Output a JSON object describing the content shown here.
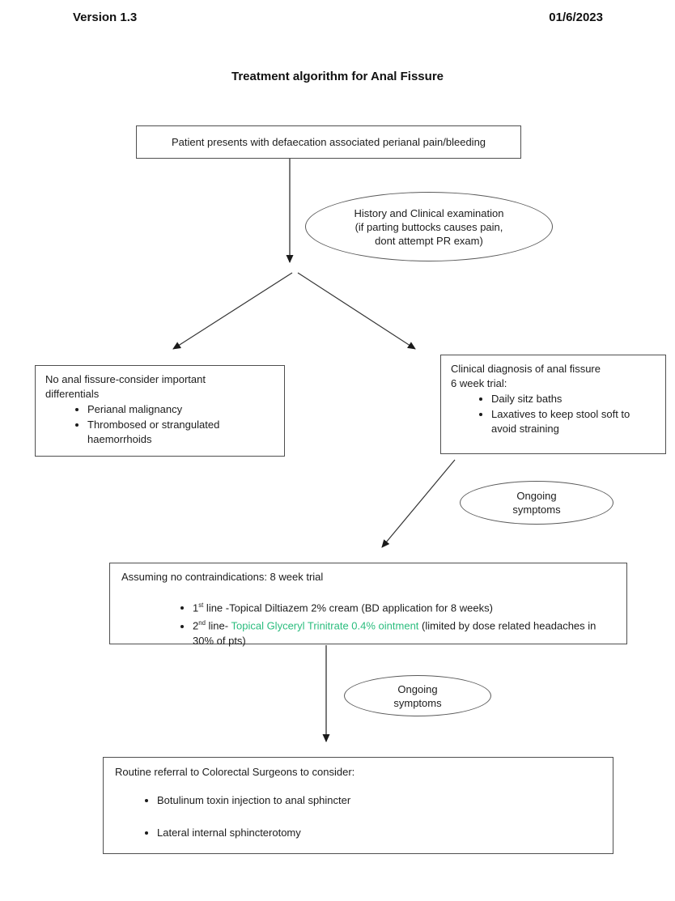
{
  "page": {
    "version": "Version 1.3",
    "date": "01/6/2023",
    "title": "Treatment algorithm for Anal Fissure"
  },
  "colors": {
    "highlight_green": "#2bbd7e",
    "line": "#333333"
  },
  "nodes": {
    "presentation": {
      "text": "Patient presents with defaecation associated perianal pain/bleeding"
    },
    "history_exam": {
      "text": "History and Clinical examination\n(if parting buttocks causes pain,\ndont attempt PR exam)"
    },
    "no_fissure": {
      "heading": "No anal fissure-consider important\ndifferentials",
      "bullets": [
        "Perianal malignancy",
        "Thrombosed or strangulated haemorrhoids"
      ]
    },
    "diagnosis": {
      "heading": "Clinical diagnosis of anal fissure\n6 week trial:",
      "bullets": [
        "Daily sitz baths",
        "Laxatives to keep stool soft to avoid straining"
      ]
    },
    "ongoing_symptoms_1": {
      "text": "Ongoing\nsymptoms"
    },
    "trial_8_week": {
      "heading": "Assuming no contraindications: 8 week trial",
      "bullet1": {
        "num": "1",
        "ordinal": "st",
        "text": " line -Topical Diltiazem 2% cream (BD application for 8 weeks)"
      },
      "bullet2": {
        "num": "2",
        "ordinal": "nd",
        "pre": " line- ",
        "green": "Topical Glyceryl Trinitrate 0.4% ointment",
        "post": " (limited by dose related headaches in 30% of pts)"
      }
    },
    "ongoing_symptoms_2": {
      "text": "Ongoing\nsymptoms"
    },
    "referral": {
      "heading": "Routine referral to Colorectal Surgeons to consider:",
      "bullets": [
        "Botulinum toxin injection to anal sphincter",
        "Lateral internal sphincterotomy"
      ]
    }
  }
}
